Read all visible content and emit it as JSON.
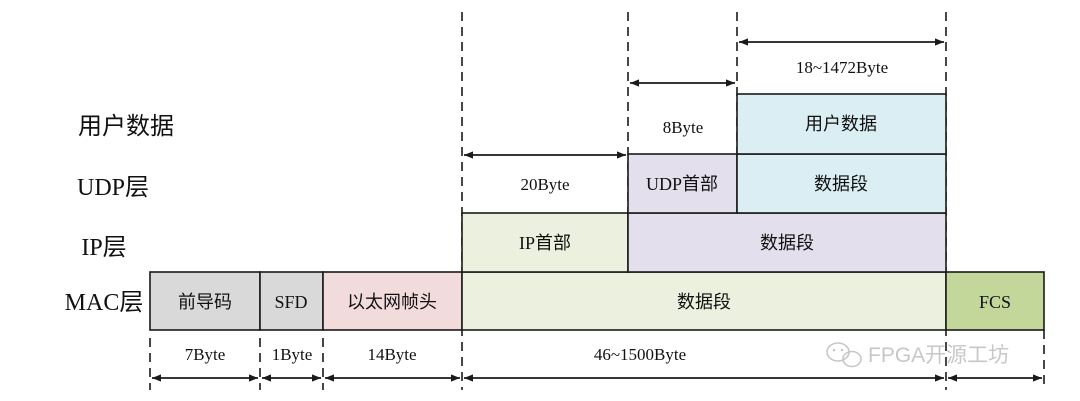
{
  "layer_labels": {
    "user": "用户数据",
    "udp": "UDP层",
    "ip": "IP层",
    "mac": "MAC层"
  },
  "mac_row": {
    "preamble": "前导码",
    "sfd": "SFD",
    "eth_header": "以太网帧头",
    "data": "数据段",
    "fcs": "FCS"
  },
  "ip_row": {
    "header": "IP首部",
    "data": "数据段"
  },
  "udp_row": {
    "header": "UDP首部",
    "data": "数据段"
  },
  "user_row": {
    "data": "用户数据"
  },
  "sizes": {
    "user_data": "18~1472Byte",
    "udp_header": "8Byte",
    "ip_header": "20Byte",
    "preamble": "7Byte",
    "sfd": "1Byte",
    "eth_header": "14Byte",
    "mac_data": "46~1500Byte"
  },
  "watermark": "FPGA开源工坊",
  "colors": {
    "preamble": "#d9d9d9",
    "sfd": "#d9d9d9",
    "eth_header": "#f2dcdb",
    "mac_data": "#ebf1de",
    "fcs": "#c4d79b",
    "ip_header": "#ebf1de",
    "ip_data": "#e4dfec",
    "udp_header": "#e4dfec",
    "udp_data": "#daeef3",
    "user_data": "#daeef3",
    "stroke": "#1a1a1a"
  }
}
